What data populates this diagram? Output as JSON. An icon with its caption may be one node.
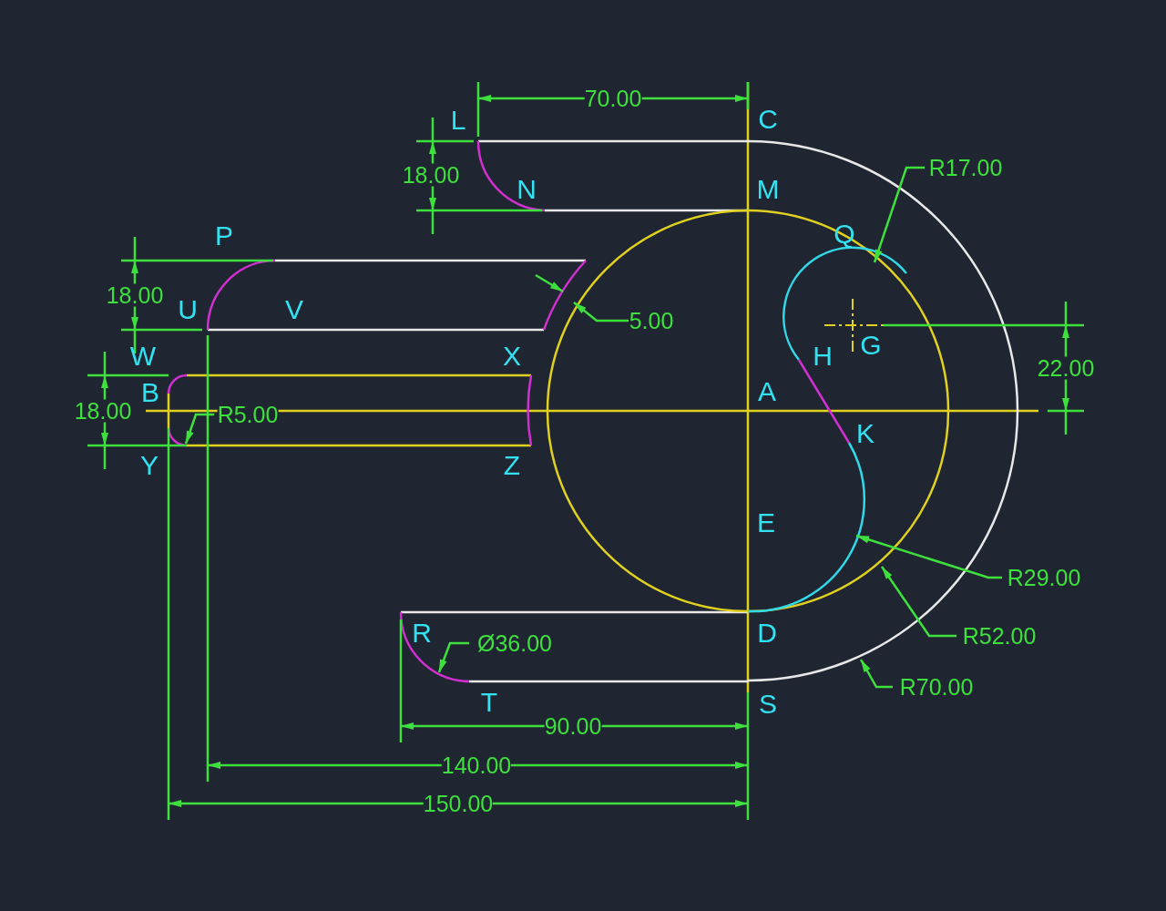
{
  "diagram": {
    "labels": [
      "70.00",
      "L",
      "C",
      "R17.00",
      "18.00",
      "N",
      "M",
      "P",
      "Q",
      "18.00",
      "U",
      "V",
      "5.00",
      "G",
      "W",
      "X",
      "H",
      "22.00",
      "B",
      "A",
      "18.00",
      "R5.00",
      "K",
      "Y",
      "Z",
      "E",
      "R29.00",
      "R",
      "Ø36.00",
      "D",
      "R52.00",
      "R70.00",
      "T",
      "S",
      "90.00",
      "140.00",
      "150.00"
    ]
  }
}
